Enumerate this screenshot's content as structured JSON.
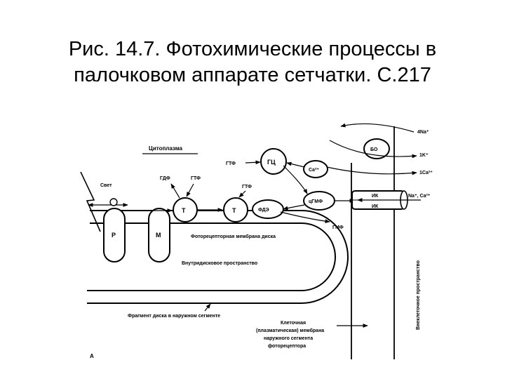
{
  "title": {
    "line1": "Рис. 14.7. Фотохимические процессы в",
    "line2": "палочковом аппарате сетчатки. С.217"
  },
  "diagram": {
    "labels": {
      "cytoplasm": "Цитоплазма",
      "light": "Свет",
      "gdp": "ГДФ",
      "gtp_left": "ГТФ",
      "gtp_gc": "ГТФ",
      "gtp_mid": "ГТФ",
      "gc": "ГЦ",
      "ca_in": "Ca²⁺",
      "bo": "БО",
      "na_out": "4Na⁺",
      "k_out": "1K⁺",
      "ca_out": "1Ca²⁺",
      "r": "Р",
      "m": "М",
      "t1": "Т",
      "t2": "Т",
      "pde": "ФДЭ",
      "cgmp": "цГМФ",
      "gmp": "ГМФ",
      "ik_top": "ИК",
      "ik_bottom": "ИК",
      "na_ca": "Na⁺, Ca²⁺",
      "photoreceptor_membrane": "Фоторецепторная мембрана диска",
      "intradisc_space": "Внутридисковое пространство",
      "disc_fragment": "Фрагмент диска в наружном сегменте",
      "cell_membrane_1": "Клеточная",
      "cell_membrane_2": "(плазматическая) мембрана",
      "cell_membrane_3": "наружного сегмента",
      "cell_membrane_4": "фоторецептора",
      "extracellular": "Внеклеточное пространство",
      "panel": "А"
    }
  }
}
